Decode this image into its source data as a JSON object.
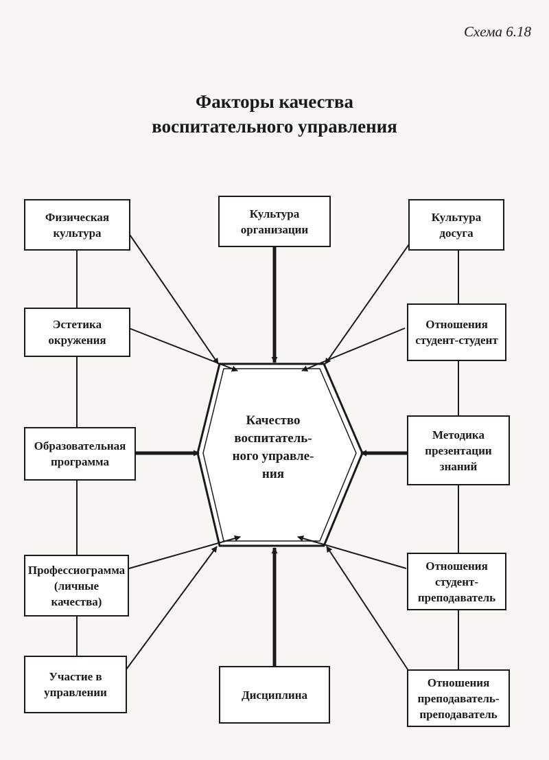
{
  "scheme_label": "Схема 6.18",
  "title_line1": "Факторы качества",
  "title_line2": "воспитательного управления",
  "center": {
    "line1": "Качество",
    "line2": "воспитатель-",
    "line3": "ного управле-",
    "line4": "ния"
  },
  "factors": {
    "physical_culture": "Физическая культура",
    "org_culture": "Культура организации",
    "leisure_culture": "Культура досуга",
    "environment_aesthetics": "Эстетика окружения",
    "student_student": "Отношения студент-студент",
    "educational_program": "Образовательная программа",
    "presentation_method": "Методика презентации знаний",
    "professiogram": "Профессиограмма (личные качества)",
    "student_teacher": "Отношения студент-преподаватель",
    "management_participation": "Участие в управлении",
    "discipline": "Дисциплина",
    "teacher_teacher": "Отношения преподаватель-преподаватель"
  }
}
